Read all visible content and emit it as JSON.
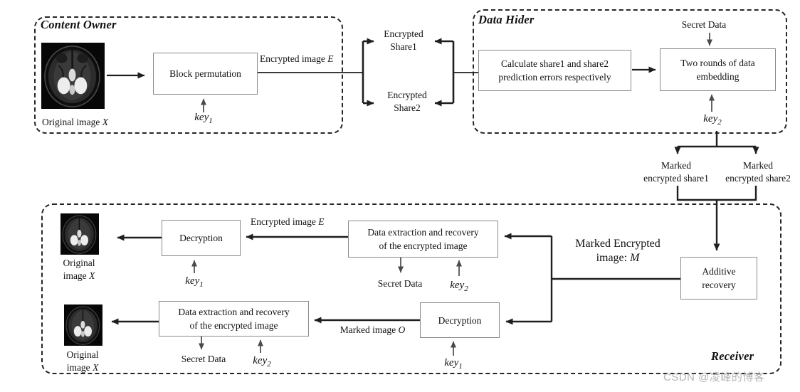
{
  "watermark": "CSDN @凌峰的博客",
  "content_owner": {
    "title": "Content Owner",
    "original_image": {
      "pre": "Original image ",
      "var": "X"
    },
    "block_permutation": "Block permutation",
    "key1": {
      "base": "key",
      "sub": "1"
    },
    "encrypted_image": {
      "pre": "Encrypted image ",
      "var": "E"
    }
  },
  "shares": {
    "share1": {
      "line1": "Encrypted",
      "line2": "Share1"
    },
    "share2": {
      "line1": "Encrypted",
      "line2": "Share2"
    }
  },
  "data_hider": {
    "title": "Data Hider",
    "secret_data": "Secret Data",
    "calc_box": {
      "line1": "Calculate share1 and share2",
      "line2": "prediction errors respectively"
    },
    "embed_box": {
      "line1": "Two rounds of data",
      "line2": "embedding"
    },
    "key2": {
      "base": "key",
      "sub": "2"
    },
    "marked_share1": {
      "line1": "Marked",
      "line2": "encrypted share1"
    },
    "marked_share2": {
      "line1": "Marked",
      "line2": "encrypted share2"
    }
  },
  "receiver": {
    "title": "Receiver",
    "decryption1": "Decryption",
    "encrypted_image": {
      "pre": "Encrypted image ",
      "var": "E"
    },
    "extract_box1": {
      "line1": "Data extraction and recovery",
      "line2": "of the encrypted image"
    },
    "secret_data1": "Secret Data",
    "key2_row1": {
      "base": "key",
      "sub": "2"
    },
    "key1_row1": {
      "base": "key",
      "sub": "1"
    },
    "marked_encrypted": {
      "line1": "Marked Encrypted",
      "line2_pre": "image: ",
      "line2_var": "M"
    },
    "additive": {
      "line1": "Additive",
      "line2": "recovery"
    },
    "original_image1": {
      "line1": "Original",
      "line2_pre": "image ",
      "line2_var": "X"
    },
    "extract_box2": {
      "line1": "Data extraction and recovery",
      "line2": "of the encrypted image"
    },
    "marked_image": {
      "pre": "Marked image ",
      "var": "O"
    },
    "decryption2": "Decryption",
    "secret_data2": "Secret Data",
    "key2_row2": {
      "base": "key",
      "sub": "2"
    },
    "key1_row2": {
      "base": "key",
      "sub": "1"
    },
    "original_image2": {
      "line1": "Original",
      "line2_pre": "image ",
      "line2_var": "X"
    }
  }
}
